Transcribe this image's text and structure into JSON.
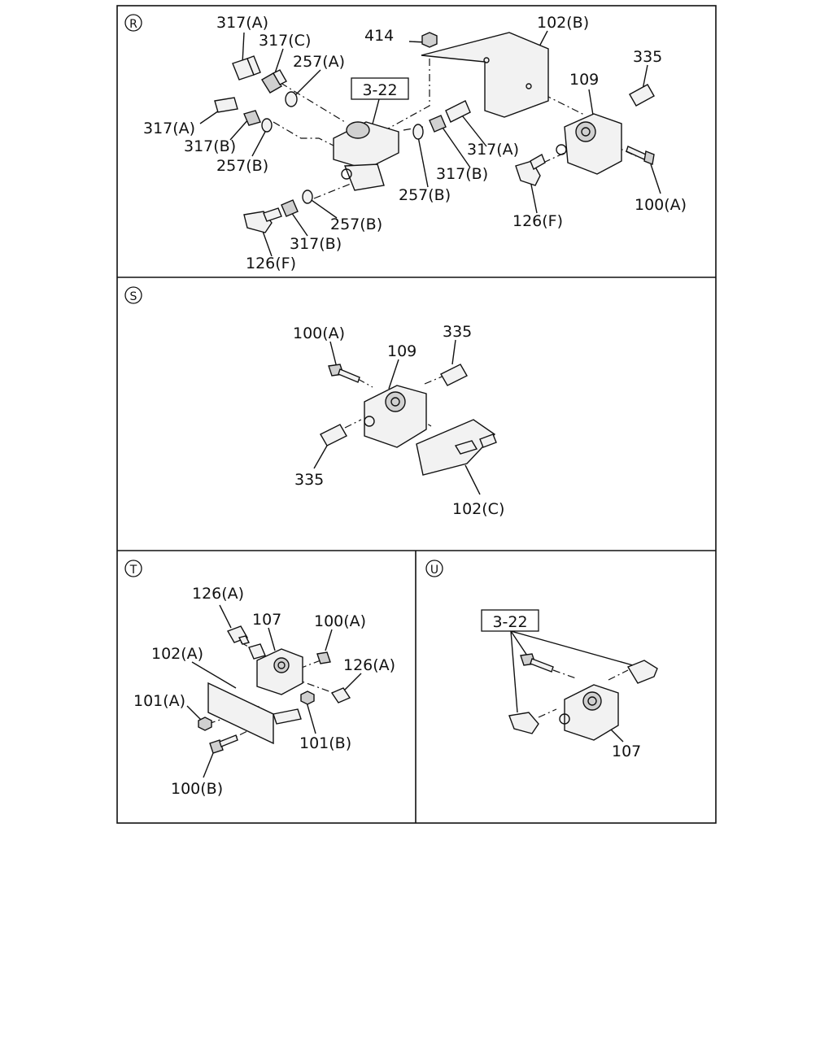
{
  "sections": {
    "R": {
      "badge": "R",
      "ref_box": "3-22",
      "labels": {
        "c317a_top": "317(A)",
        "c317c": "317(C)",
        "c257a": "257(A)",
        "c414": "414",
        "c102b": "102(B)",
        "c335": "335",
        "c109": "109",
        "c317a_left": "317(A)",
        "c317b_left": "317(B)",
        "c257b_left": "257(B)",
        "c317a_right": "317(A)",
        "c317b_right": "317(B)",
        "c257b_mid": "257(B)",
        "c257b_bottom": "257(B)",
        "c317b_bottom": "317(B)",
        "c126f_bottom": "126(F)",
        "c126f_right": "126(F)",
        "c100a": "100(A)"
      }
    },
    "S": {
      "badge": "S",
      "labels": {
        "c100a": "100(A)",
        "c109": "109",
        "c335_top": "335",
        "c335_bottom": "335",
        "c102c": "102(C)"
      }
    },
    "T": {
      "badge": "T",
      "labels": {
        "c126a_top": "126(A)",
        "c107": "107",
        "c100a": "100(A)",
        "c102a": "102(A)",
        "c126a_right": "126(A)",
        "c101a": "101(A)",
        "c101b": "101(B)",
        "c100b": "100(B)"
      }
    },
    "U": {
      "badge": "U",
      "ref_box": "3-22",
      "labels": {
        "c107": "107"
      }
    }
  }
}
